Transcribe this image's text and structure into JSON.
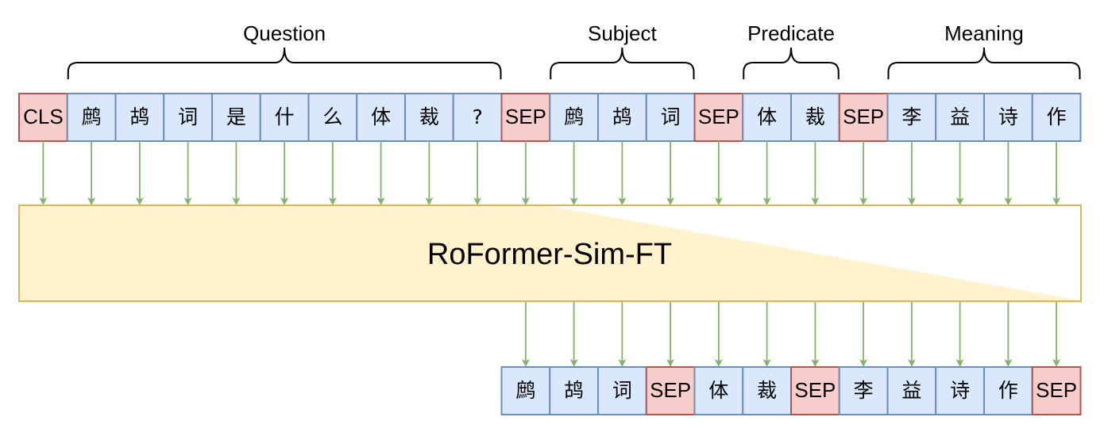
{
  "groups": [
    {
      "label": "Question",
      "start": 1,
      "end": 9
    },
    {
      "label": "Subject",
      "start": 11,
      "end": 13
    },
    {
      "label": "Predicate",
      "start": 15,
      "end": 16
    },
    {
      "label": "Meaning",
      "start": 18,
      "end": 21
    }
  ],
  "input_tokens": [
    {
      "text": "CLS",
      "kind": "special"
    },
    {
      "text": "鹧",
      "kind": "normal"
    },
    {
      "text": "鸪",
      "kind": "normal"
    },
    {
      "text": "词",
      "kind": "normal"
    },
    {
      "text": "是",
      "kind": "normal"
    },
    {
      "text": "什",
      "kind": "normal"
    },
    {
      "text": "么",
      "kind": "normal"
    },
    {
      "text": "体",
      "kind": "normal"
    },
    {
      "text": "裁",
      "kind": "normal"
    },
    {
      "text": "?",
      "kind": "normal"
    },
    {
      "text": "SEP",
      "kind": "special"
    },
    {
      "text": "鹧",
      "kind": "normal"
    },
    {
      "text": "鸪",
      "kind": "normal"
    },
    {
      "text": "词",
      "kind": "normal"
    },
    {
      "text": "SEP",
      "kind": "special"
    },
    {
      "text": "体",
      "kind": "normal"
    },
    {
      "text": "裁",
      "kind": "normal"
    },
    {
      "text": "SEP",
      "kind": "special"
    },
    {
      "text": "李",
      "kind": "normal"
    },
    {
      "text": "益",
      "kind": "normal"
    },
    {
      "text": "诗",
      "kind": "normal"
    },
    {
      "text": "作",
      "kind": "normal"
    }
  ],
  "model_label": "RoFormer-Sim-FT",
  "output_start_index": 10,
  "output_tokens": [
    {
      "text": "鹧",
      "kind": "normal"
    },
    {
      "text": "鸪",
      "kind": "normal"
    },
    {
      "text": "词",
      "kind": "normal"
    },
    {
      "text": "SEP",
      "kind": "special"
    },
    {
      "text": "体",
      "kind": "normal"
    },
    {
      "text": "裁",
      "kind": "normal"
    },
    {
      "text": "SEP",
      "kind": "special"
    },
    {
      "text": "李",
      "kind": "normal"
    },
    {
      "text": "益",
      "kind": "normal"
    },
    {
      "text": "诗",
      "kind": "normal"
    },
    {
      "text": "作",
      "kind": "normal"
    },
    {
      "text": "SEP",
      "kind": "special"
    }
  ],
  "colors": {
    "normal_fill": "#dae8fc",
    "normal_stroke": "#6c8ebf",
    "special_fill": "#f8cecc",
    "special_stroke": "#b85450",
    "model_fill": "#fff2cc",
    "model_stroke": "#d6b656",
    "arrow": "#82b366"
  }
}
